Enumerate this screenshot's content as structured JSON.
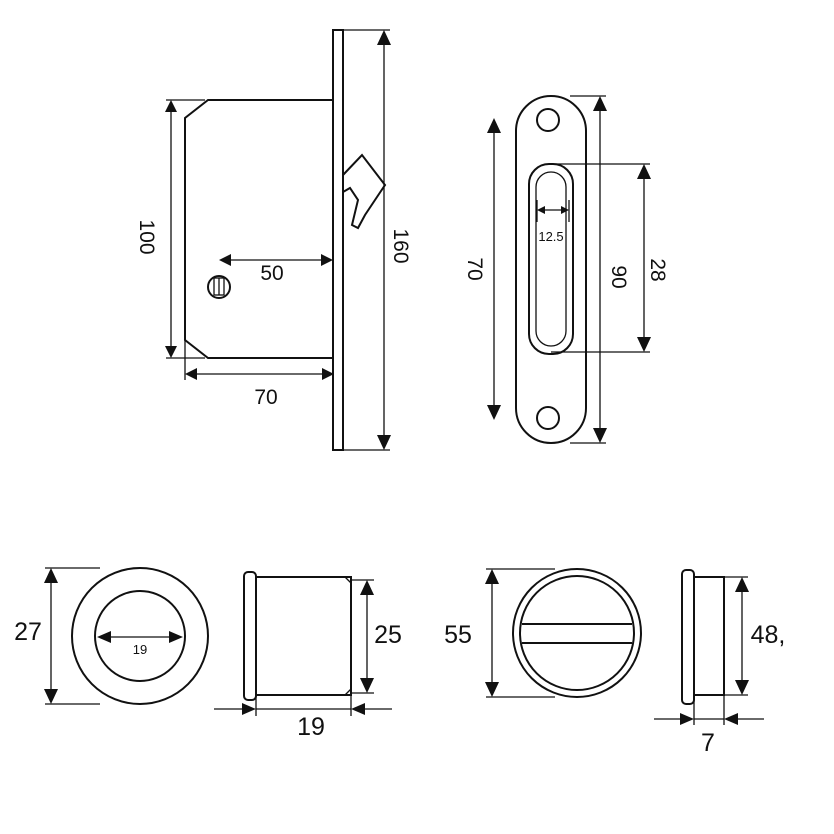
{
  "dimensions": {
    "lock_body_height": "100",
    "lock_backset": "50",
    "lock_body_depth": "70",
    "faceplate_height": "160",
    "strike_hole_spacing": "70",
    "strike_length": "90",
    "strike_slot_length": "28",
    "strike_slot_width": "12.5",
    "cup_outer_diameter": "27",
    "cup_inner_diameter": "19",
    "cup_body_height": "25",
    "cup_depth": "19",
    "knob_outer_diameter": "55",
    "knob_body_height": "48,",
    "knob_depth": "7"
  }
}
